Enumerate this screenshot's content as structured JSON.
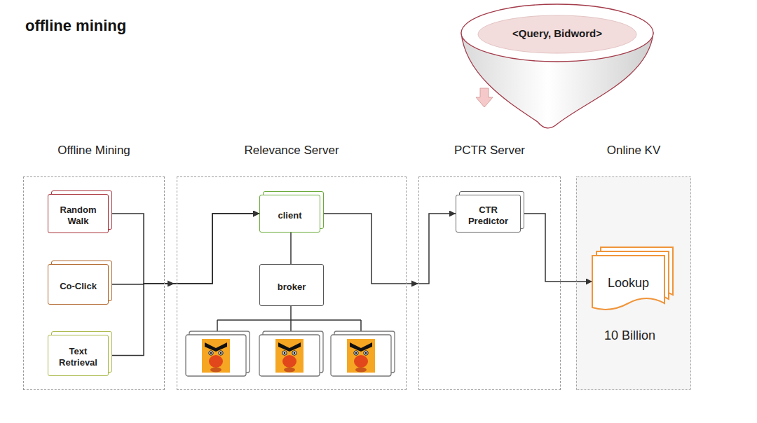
{
  "diagram": {
    "title": "offline mining",
    "nodes": [
      {
        "text": [
          "<Query, Bidword>"
        ]
      },
      {
        "text": [
          "Offline Mining"
        ]
      },
      {
        "text": [
          "Random Walk"
        ],
        "in": 1
      },
      {
        "text": [
          "Co-Click"
        ],
        "in": 1
      },
      {
        "text": [
          "Text Retrieval"
        ],
        "in": 1
      },
      {
        "text": [
          "Relevance Server"
        ]
      },
      {
        "text": [
          "client"
        ],
        "in": 5
      },
      {
        "text": [
          "broker"
        ],
        "in": 5
      },
      {
        "text": [
          "PCTR Server"
        ]
      },
      {
        "text": [
          "CTR Predictor"
        ],
        "in": 8
      },
      {
        "text": [
          "Online KV"
        ]
      },
      {
        "text": [
          "Lookup"
        ],
        "in": 10
      }
    ],
    "edges": [
      {
        "from": 2,
        "to": 6,
        "arrow": "to"
      },
      {
        "from": 3,
        "to": 6,
        "arrow": "to"
      },
      {
        "from": 4,
        "to": 6,
        "arrow": "to"
      },
      {
        "from": 6,
        "to": 7,
        "arrow": "none"
      },
      {
        "from": 6,
        "to": 9,
        "arrow": "to"
      },
      {
        "from": 9,
        "to": 11,
        "arrow": "to"
      }
    ],
    "labels": [
      "10 Billion"
    ]
  }
}
